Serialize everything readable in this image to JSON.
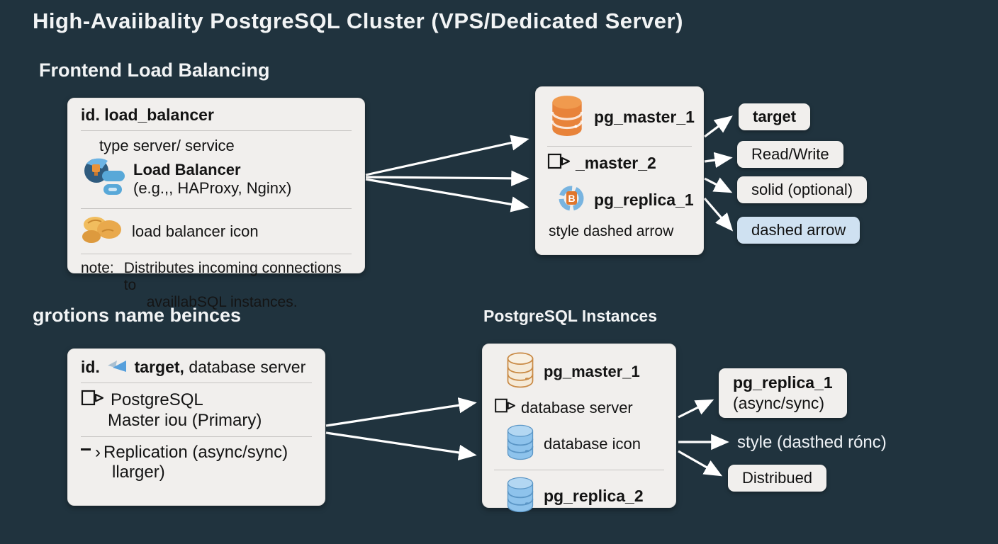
{
  "title": "High-Avaiibality PostgreSQL Cluster (VPS/Dedicated Server)",
  "headings": {
    "frontend": "Frontend Load Balancing",
    "groups": "grotions name beinces",
    "instances": "PostgreSQL Instances"
  },
  "load_balancer_card": {
    "id_line": "id. load_balancer",
    "type_line": "type server/ service",
    "name": "Load Balancer",
    "example": "(e.g.,, HAProxy, Nginx)",
    "icon_caption": "load balancer icon",
    "note_label": "note:",
    "note_line1": "Distributes incoming connections to",
    "note_line2": "availlabSQL instances."
  },
  "cluster_card": {
    "master1": "pg_master_1",
    "master2": "_master_2",
    "replica1": "pg_replica_1",
    "style_note": "style dashed arrow"
  },
  "legend_top": {
    "target": "target",
    "read_write": "Read/Write",
    "solid": "solid (optional)",
    "dashed": "dashed arrow"
  },
  "target_card": {
    "id_label": "id.",
    "id_target": "target,",
    "id_rest": "database server",
    "postgresql": "PostgreSQL",
    "master_line": "Master iou (Primary)",
    "replication_line": "Replication (async/sync)",
    "larger_line": "llarger)"
  },
  "instances_card": {
    "master1": "pg_master_1",
    "server_line": "database server",
    "icon_caption": "database icon",
    "replica2": "pg_replica_2"
  },
  "legend_bottom": {
    "replica_title": "pg_replica_1",
    "replica_sub": "(async/sync)",
    "style_note": "style (dasthed rónc)",
    "distributed": "Distribued"
  },
  "icons": {
    "database_orange": "database-cylinder-orange",
    "database_blue": "database-cylinder-blue",
    "database_outline": "database-cylinder-outline",
    "doc_arrow": "document-arrow",
    "replica_ring": "segmented-ring-badge",
    "load_balancer": "load-balancer-elephant",
    "hands": "hands-coins",
    "send": "paper-plane"
  },
  "colors": {
    "background": "#20333e",
    "card": "#f1efed",
    "legend_highlight": "#cfe1f1",
    "arrow": "#ffffff",
    "db_orange": "#e8833a",
    "db_blue": "#8ec3ec",
    "text": "#141414"
  }
}
